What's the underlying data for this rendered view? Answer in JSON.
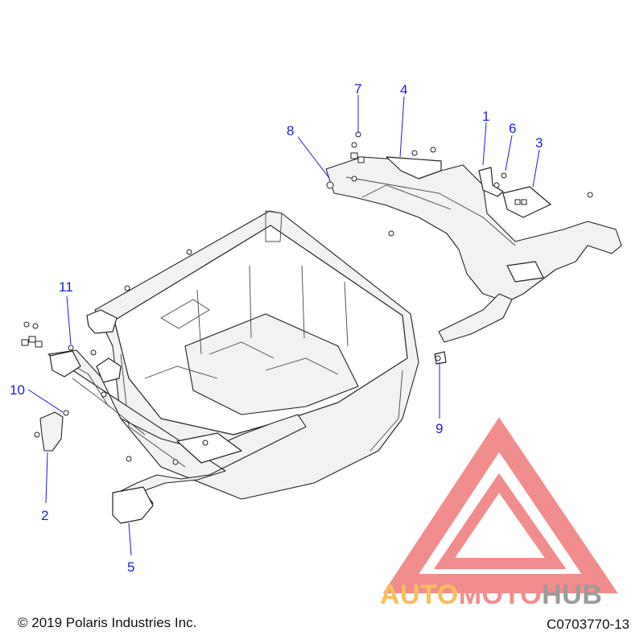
{
  "copyright": "© 2019 Polaris Industries Inc.",
  "figure_code": "C0703770-13",
  "watermark": {
    "word1": "AUTO",
    "word2": "MOTO",
    "word3": "HUB",
    "colors": {
      "auto": "#f5b642",
      "moto": "#ef7a78",
      "hub": "#8a8a8a",
      "mark": "#ef7a78"
    }
  },
  "callouts": [
    "1",
    "2",
    "3",
    "4",
    "5",
    "6",
    "7",
    "8",
    "9",
    "10",
    "11"
  ],
  "accent_color": "#1a1ae0"
}
